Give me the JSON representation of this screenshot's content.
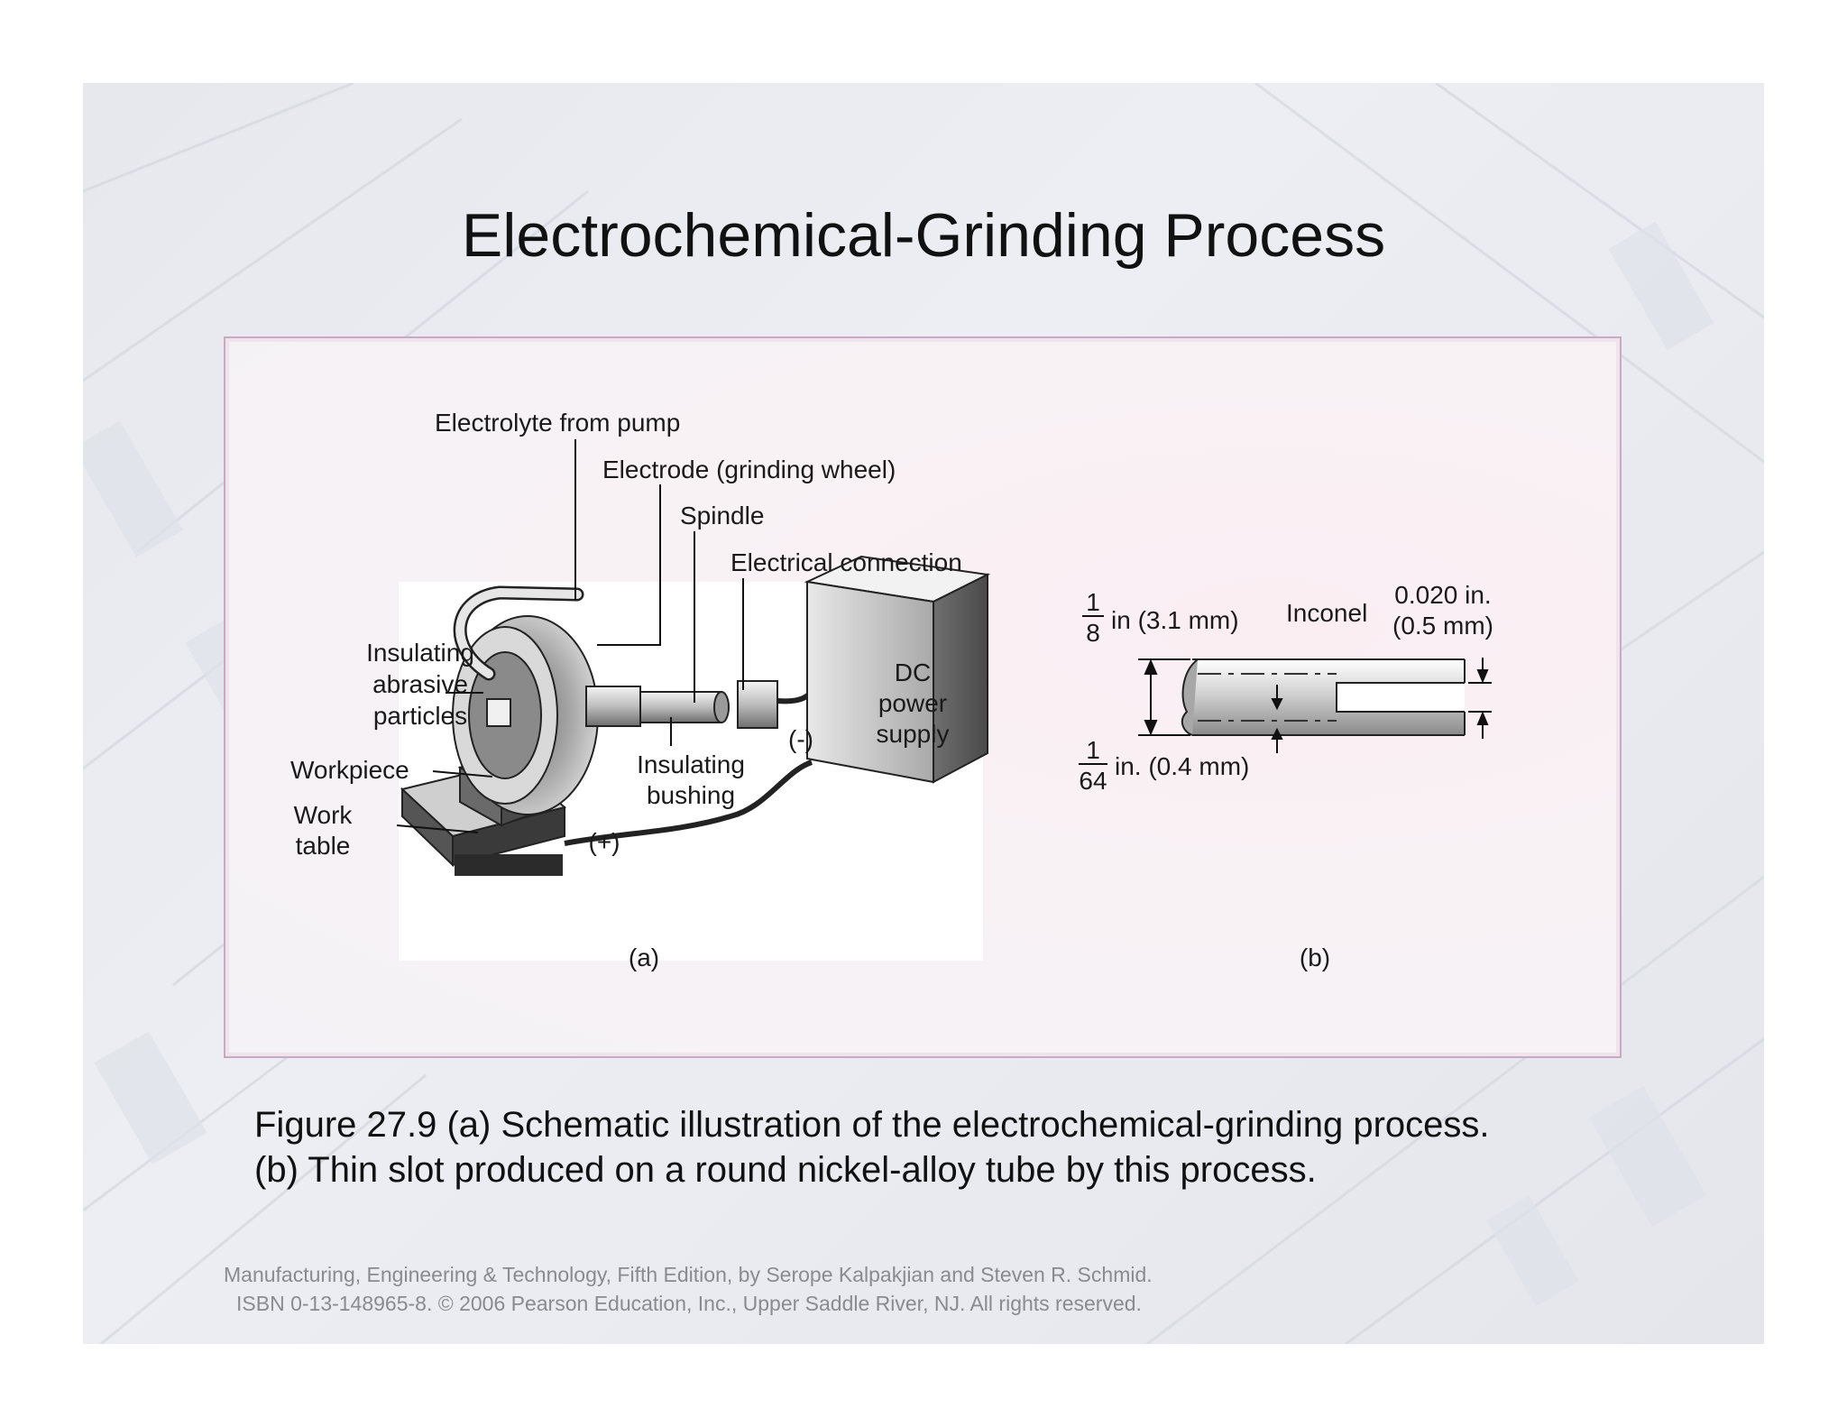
{
  "slide": {
    "title": "Electrochemical-Grinding Process",
    "caption_line1": "Figure 27.9  (a)  Schematic illustration of the electrochemical-grinding process.",
    "caption_line2": "(b)  Thin slot produced on a round nickel-alloy tube by this process.",
    "credit_line1": "Manufacturing, Engineering & Technology, Fifth Edition, by Serope Kalpakjian and Steven R. Schmid.",
    "credit_line2": "ISBN 0-13-148965-8. © 2006 Pearson Education, Inc., Upper Saddle River, NJ.  All rights reserved."
  },
  "figure_a": {
    "label": "(a)",
    "electrolyte": "Electrolyte from pump",
    "electrode": "Electrode (grinding wheel)",
    "spindle": "Spindle",
    "electrical_connection": "Electrical connection",
    "insulating_line1": "Insulating",
    "insulating_line2": "abrasive",
    "insulating_line3": "particles",
    "workpiece": "Workpiece",
    "work_line1": "Work",
    "work_line2": "table",
    "bushing_line1": "Insulating",
    "bushing_line2": "bushing",
    "negative": "(-)",
    "positive": "(+)",
    "dc_line1": "DC",
    "dc_line2": "power",
    "dc_line3": "supply"
  },
  "figure_b": {
    "label": "(b)",
    "frac1_num": "1",
    "frac1_den": "8",
    "dim1": "in (3.1 mm)",
    "material": "Inconel",
    "slot_in": "0.020 in.",
    "slot_mm": "(0.5 mm)",
    "frac2_num": "1",
    "frac2_den": "64",
    "dim2": "in. (0.4 mm)"
  },
  "colors": {
    "panel_border": "#c9a9c4",
    "title_text": "#111111",
    "credit_text": "#8a8a90"
  }
}
